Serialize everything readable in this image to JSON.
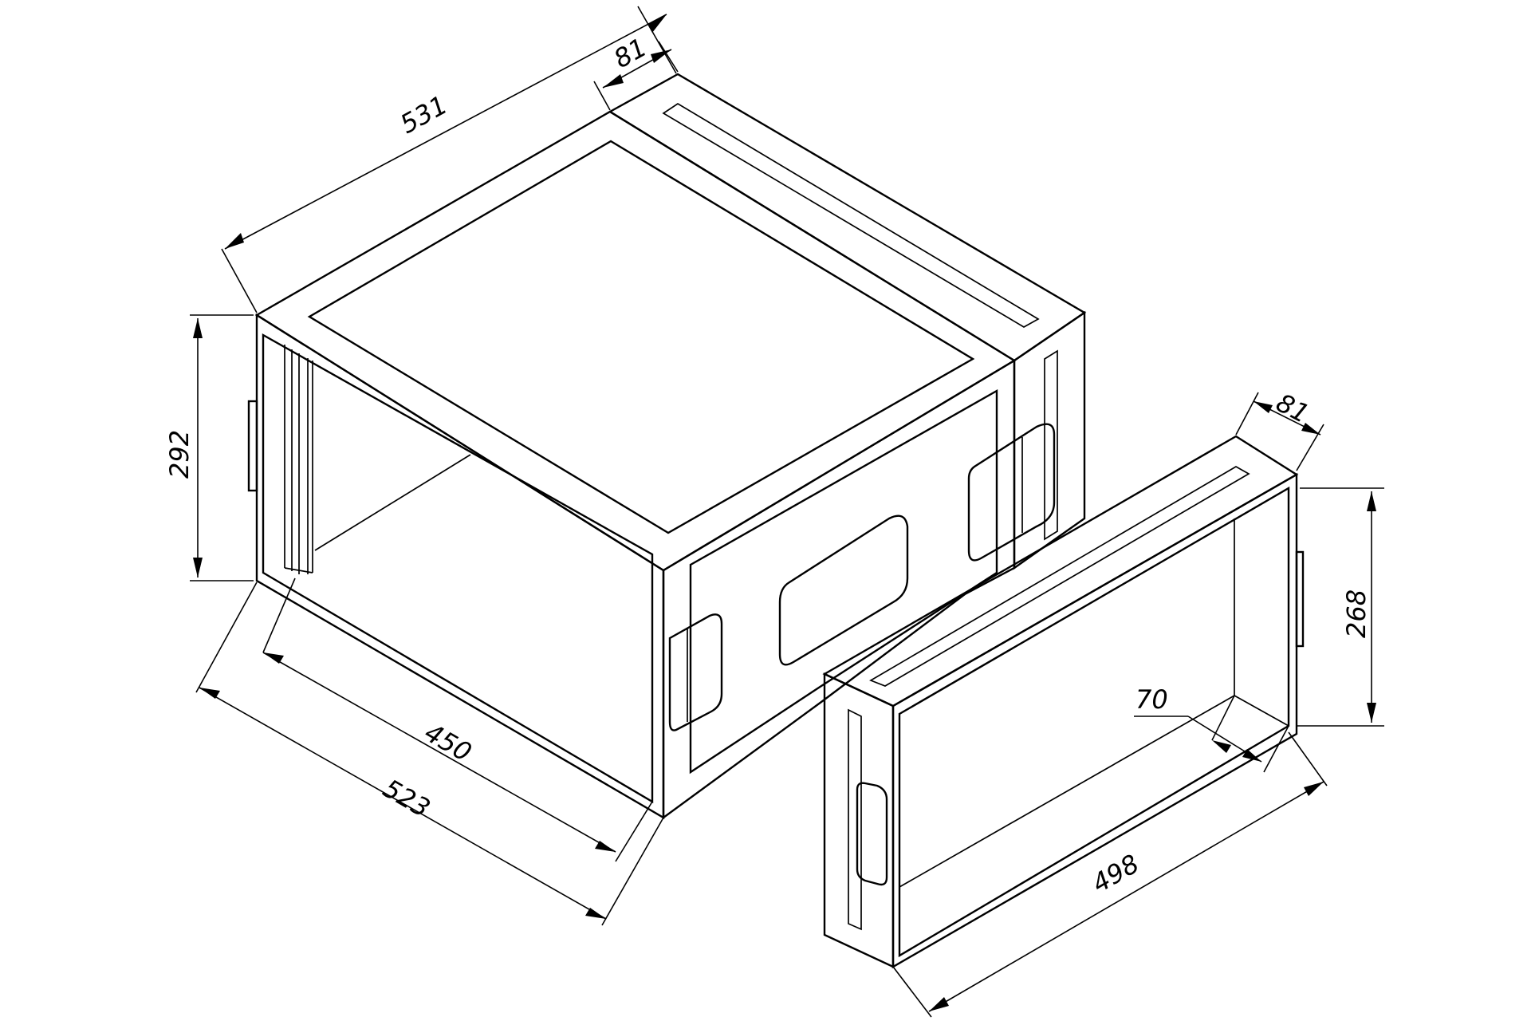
{
  "drawing": {
    "dimensions": {
      "case_top_length": "531",
      "case_lid_depth": "81",
      "case_height": "292",
      "case_inner_width": "450",
      "case_outer_width": "523",
      "lid_depth": "81",
      "lid_height": "268",
      "lid_inner": "70",
      "lid_length": "498"
    },
    "colors": {
      "line": "#000000",
      "background": "#ffffff"
    }
  }
}
